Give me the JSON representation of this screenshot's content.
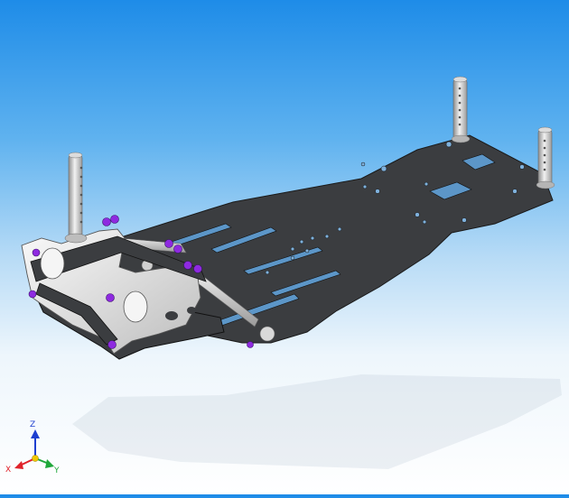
{
  "viewport": {
    "background_top": "#1e8ce8",
    "background_bottom": "#ffffff",
    "model": {
      "chassis_color": "#3b3d40",
      "aluminum_color": "#e6e6e6",
      "screw_color": "#8e2ae0"
    }
  },
  "triad": {
    "x_label": "X",
    "y_label": "Y",
    "z_label": "Z",
    "x_color": "#e0222a",
    "y_color": "#1fa73a",
    "z_color": "#1e3fd0"
  }
}
